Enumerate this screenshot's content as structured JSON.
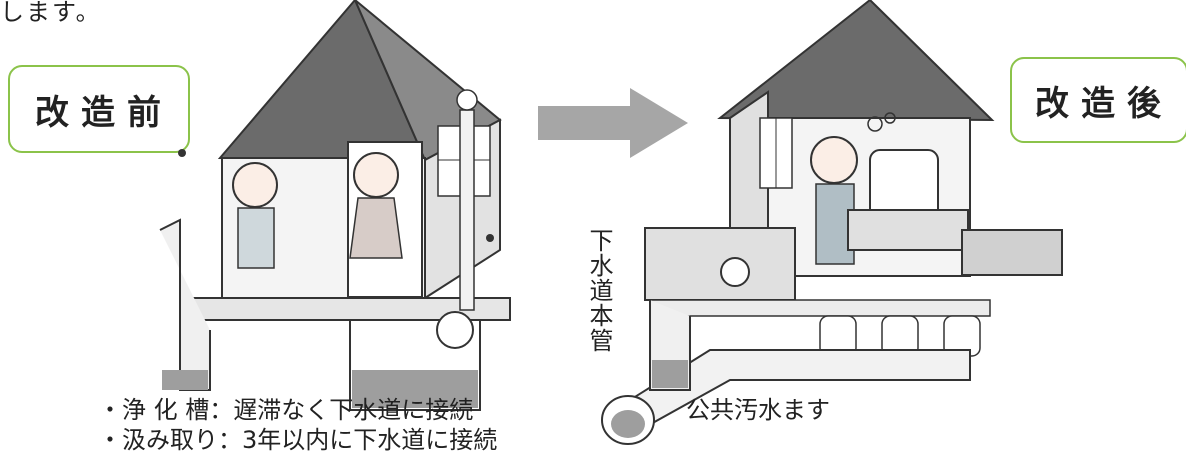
{
  "top_text": "します。",
  "labels": {
    "before": "改造前",
    "after": "改造後"
  },
  "vertical_label": "下水道本管",
  "captions": {
    "septic": "・浄 化 槽：遅滞なく下水道に接続",
    "pit": "・汲み取り：3年以内に下水道に接続",
    "public_sewer_box": "公共汚水ます"
  },
  "colors": {
    "label_border": "#8bc34a",
    "arrow": "#a6a6a6",
    "roof": "#6b6b6b"
  },
  "icons": [
    "right-arrow-icon",
    "house-before-icon",
    "house-after-icon",
    "sewer-pipe-icon"
  ]
}
